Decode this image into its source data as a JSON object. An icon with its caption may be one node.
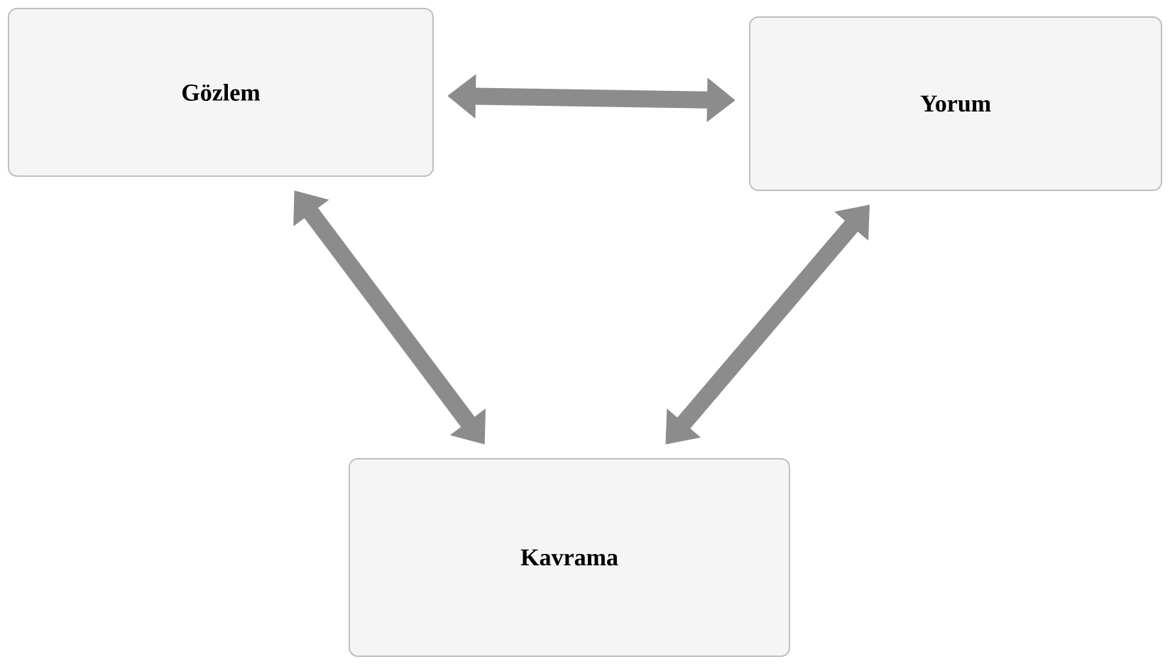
{
  "diagram": {
    "nodes": [
      {
        "text": [
          "Gözlem"
        ]
      },
      {
        "text": [
          "Yorum"
        ]
      },
      {
        "text": [
          "Kavrama"
        ]
      }
    ],
    "edges": [
      {
        "from": 0,
        "to": 1,
        "arrow": "both"
      },
      {
        "from": 0,
        "to": 2,
        "arrow": "both"
      },
      {
        "from": 1,
        "to": 2,
        "arrow": "both"
      }
    ]
  }
}
